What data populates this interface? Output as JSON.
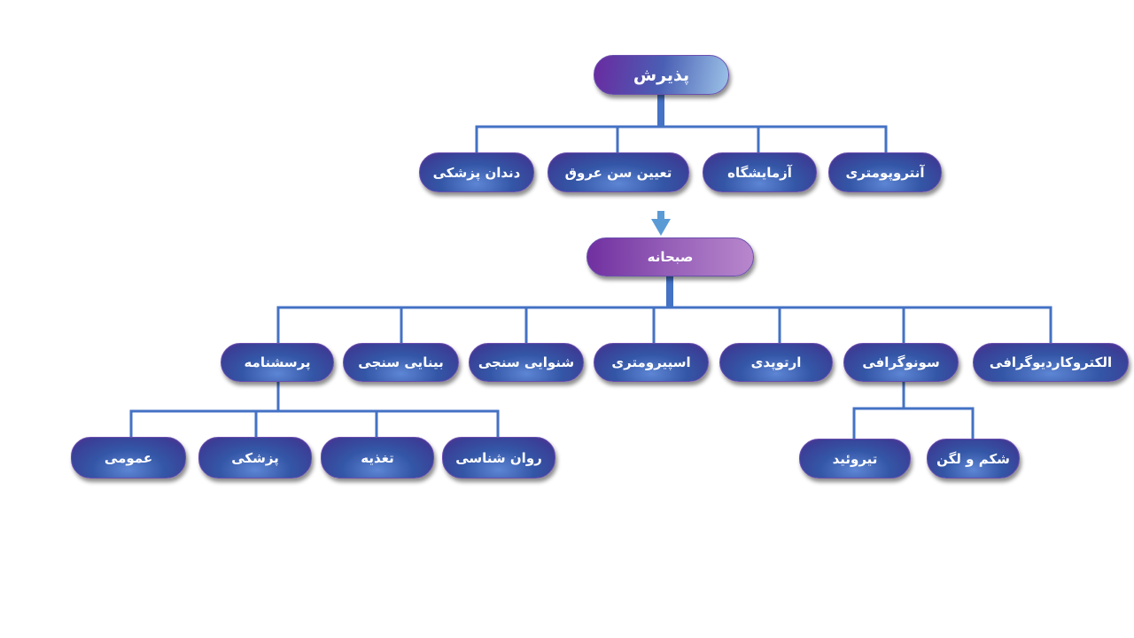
{
  "root": {
    "label": "پذیرش"
  },
  "level1": [
    "دندان پزشکی",
    "تعیین سن عروق",
    "آزمایشگاه",
    "آنتروپومتری"
  ],
  "breakfast": {
    "label": "صبحانه"
  },
  "level2": [
    "پرسشنامه",
    "بینایی سنجی",
    "شنوایی سنجی",
    "اسپیرومتری",
    "ارتوپدی",
    "سونوگرافی",
    "الکتروکاردیوگرافی"
  ],
  "questionnaire_children": [
    "عمومی",
    "پزشکی",
    "تغذیه",
    "روان شناسی"
  ],
  "sonography_children": [
    "تیروئید",
    "شکم و لگن"
  ],
  "colors": {
    "connector": "#4472c4",
    "arrow": "#5b9bd5"
  }
}
